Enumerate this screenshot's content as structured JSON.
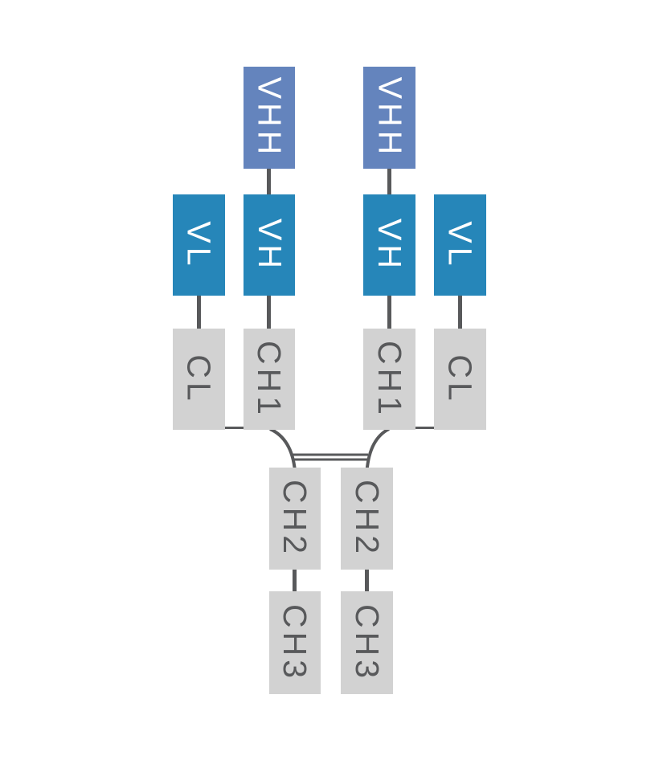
{
  "diagram": {
    "type": "antibody-domain-schematic",
    "colors": {
      "bg": "#ffffff",
      "vhh_fill": "#6484bd",
      "variable_fill": "#2686b9",
      "constant_fill": "#d2d2d2",
      "constant_text": "#58595b",
      "connector": "#58595b",
      "label_on_blue": "#ffffff"
    },
    "domains": {
      "vhh_left": {
        "label": "VHH"
      },
      "vhh_right": {
        "label": "VHH"
      },
      "vl_left": {
        "label": "VL"
      },
      "vh_left": {
        "label": "VH"
      },
      "vh_right": {
        "label": "VH"
      },
      "vl_right": {
        "label": "VL"
      },
      "cl_left": {
        "label": "CL"
      },
      "ch1_left": {
        "label": "CH1"
      },
      "ch1_right": {
        "label": "CH1"
      },
      "cl_right": {
        "label": "CL"
      },
      "ch2_left": {
        "label": "CH2"
      },
      "ch2_right": {
        "label": "CH2"
      },
      "ch3_left": {
        "label": "CH3"
      },
      "ch3_right": {
        "label": "CH3"
      }
    }
  }
}
